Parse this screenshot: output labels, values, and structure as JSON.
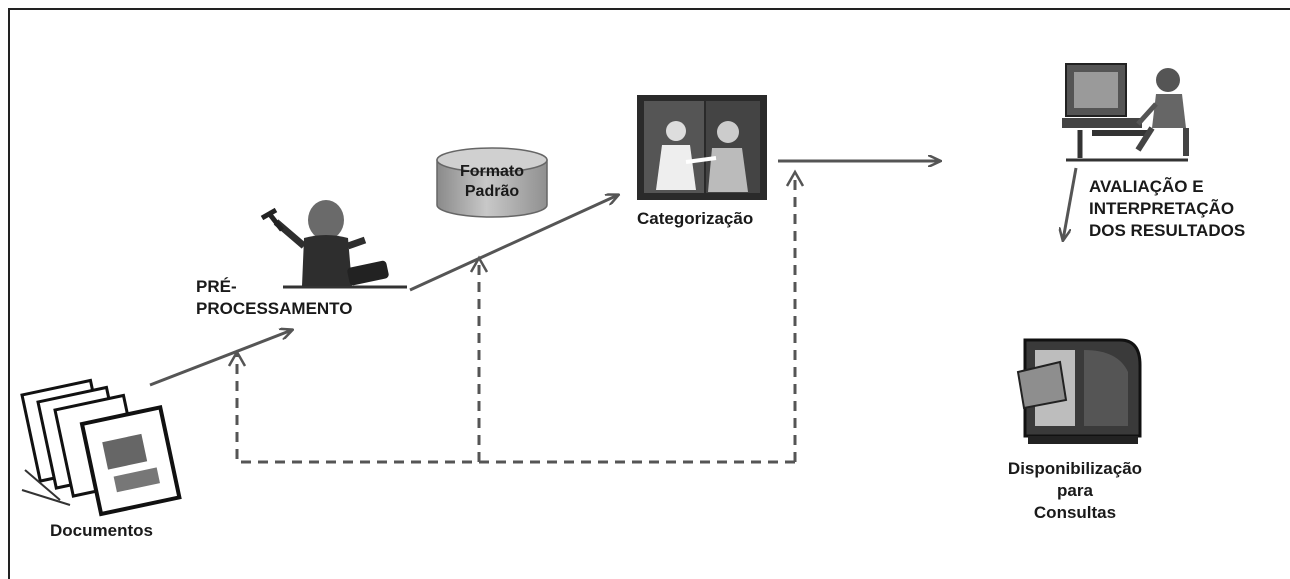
{
  "nodes": {
    "documents": {
      "label": "Documentos",
      "icon": "documents-stack-icon"
    },
    "preprocessing": {
      "label": "PRÉ-\nPROCESSAMENTO",
      "icon": "worker-with-tools-icon"
    },
    "standard_format": {
      "label": "Formato\nPadrão",
      "icon": "database-cylinder-icon"
    },
    "categorization": {
      "label": "Categorização",
      "icon": "people-discussion-icon"
    },
    "evaluation": {
      "label": "AVALIAÇÃO E\nINTERPRETAÇÃO\nDOS RESULTADOS",
      "icon": "person-at-computer-icon"
    },
    "availability": {
      "label": "Disponibilização\npara\nConsultas",
      "icon": "mailbox-icon"
    }
  },
  "colors": {
    "arrow": "#555555",
    "dashed": "#555555",
    "text": "#1a1a1a",
    "cylinder": "#b5b5b5"
  }
}
